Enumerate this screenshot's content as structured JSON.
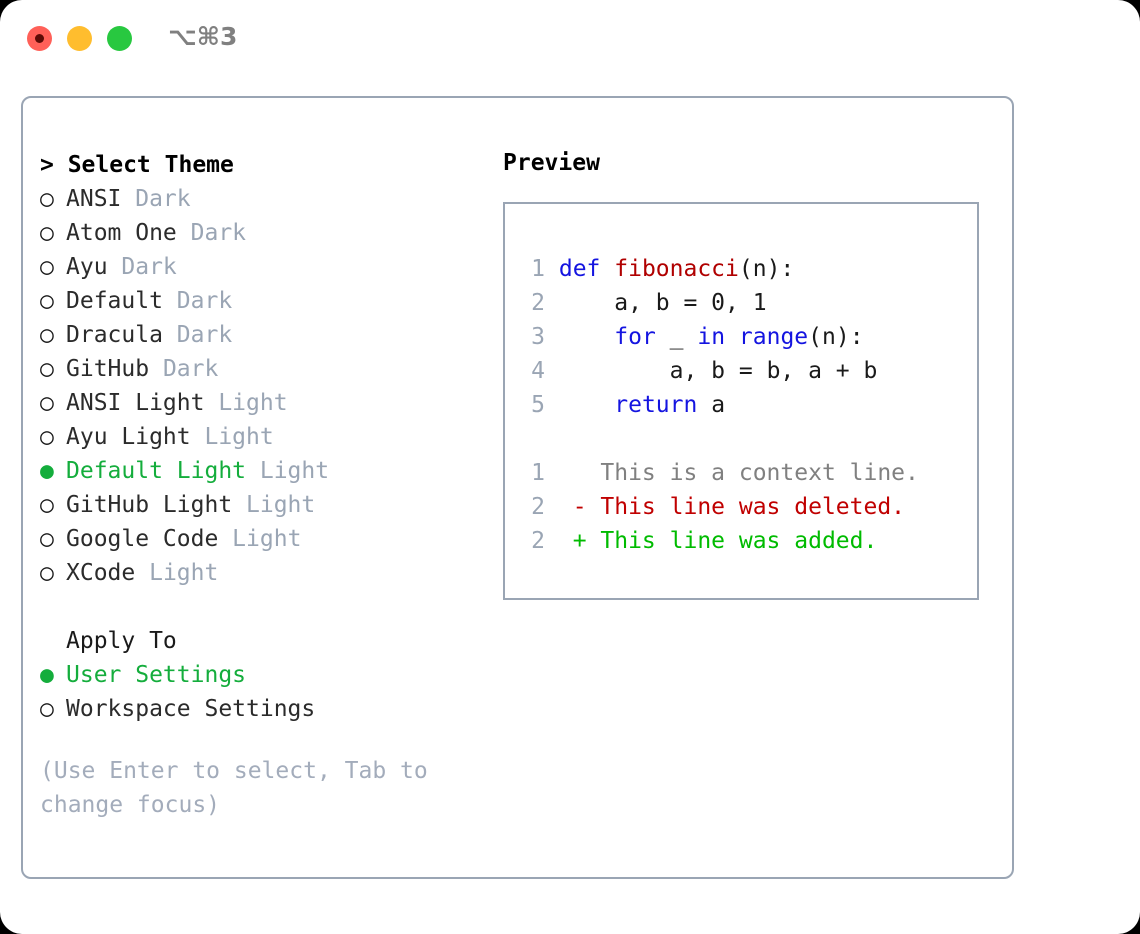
{
  "window": {
    "shortcut": "⌥⌘3",
    "traffic_lights": [
      {
        "name": "close",
        "color": "#ff6058"
      },
      {
        "name": "minimize",
        "color": "#ffbd2e"
      },
      {
        "name": "maximize",
        "color": "#28c840"
      }
    ]
  },
  "theme_list": {
    "header": "> Select Theme",
    "items": [
      {
        "marker": "○",
        "label": "ANSI",
        "variant": "Dark",
        "selected": false
      },
      {
        "marker": "○",
        "label": "Atom One",
        "variant": "Dark",
        "selected": false
      },
      {
        "marker": "○",
        "label": "Ayu",
        "variant": "Dark",
        "selected": false
      },
      {
        "marker": "○",
        "label": "Default",
        "variant": "Dark",
        "selected": false
      },
      {
        "marker": "○",
        "label": "Dracula",
        "variant": "Dark",
        "selected": false
      },
      {
        "marker": "○",
        "label": "GitHub",
        "variant": "Dark",
        "selected": false
      },
      {
        "marker": "○",
        "label": "ANSI Light",
        "variant": "Light",
        "selected": false
      },
      {
        "marker": "○",
        "label": "Ayu Light",
        "variant": "Light",
        "selected": false
      },
      {
        "marker": "●",
        "label": "Default Light",
        "variant": "Light",
        "selected": true
      },
      {
        "marker": "○",
        "label": "GitHub Light",
        "variant": "Light",
        "selected": false
      },
      {
        "marker": "○",
        "label": "Google Code",
        "variant": "Light",
        "selected": false
      },
      {
        "marker": "○",
        "label": "XCode",
        "variant": "Light",
        "selected": false
      }
    ]
  },
  "apply_to": {
    "header": "Apply To",
    "items": [
      {
        "marker": "●",
        "label": "User Settings",
        "selected": true
      },
      {
        "marker": "○",
        "label": "Workspace Settings",
        "selected": false
      }
    ]
  },
  "hint": "(Use Enter to select, Tab to change focus)",
  "preview": {
    "title": "Preview",
    "code_lines": [
      {
        "n": "1",
        "tokens": [
          {
            "t": "def ",
            "c": "kw"
          },
          {
            "t": "fibonacci",
            "c": "fn"
          },
          {
            "t": "(n):",
            "c": "pl"
          }
        ]
      },
      {
        "n": "2",
        "tokens": [
          {
            "t": "    a, b = 0, 1",
            "c": "pl"
          }
        ]
      },
      {
        "n": "3",
        "tokens": [
          {
            "t": "    ",
            "c": "pl"
          },
          {
            "t": "for",
            "c": "kw"
          },
          {
            "t": " _ ",
            "c": "pl"
          },
          {
            "t": "in",
            "c": "kw"
          },
          {
            "t": " ",
            "c": "pl"
          },
          {
            "t": "range",
            "c": "kw"
          },
          {
            "t": "(n):",
            "c": "pl"
          }
        ]
      },
      {
        "n": "4",
        "tokens": [
          {
            "t": "        a, b = b, a + b",
            "c": "pl"
          }
        ]
      },
      {
        "n": "5",
        "tokens": [
          {
            "t": "    ",
            "c": "pl"
          },
          {
            "t": "return",
            "c": "kw"
          },
          {
            "t": " a",
            "c": "pl"
          }
        ]
      }
    ],
    "diff_lines": [
      {
        "n": "1",
        "sign": "  ",
        "text": "This is a context line.",
        "kind": "ctx"
      },
      {
        "n": "2",
        "sign": "- ",
        "text": "This line was deleted.",
        "kind": "del"
      },
      {
        "n": "2",
        "sign": "+ ",
        "text": "This line was added.",
        "kind": "add"
      }
    ]
  },
  "colors": {
    "accent_green": "#14ad3c",
    "border": "#9aa5b4",
    "muted": "#9aa5b4",
    "keyword_blue": "#1414e0",
    "function_red": "#b00000",
    "diff_added": "#00bb00",
    "diff_deleted": "#c00000"
  }
}
